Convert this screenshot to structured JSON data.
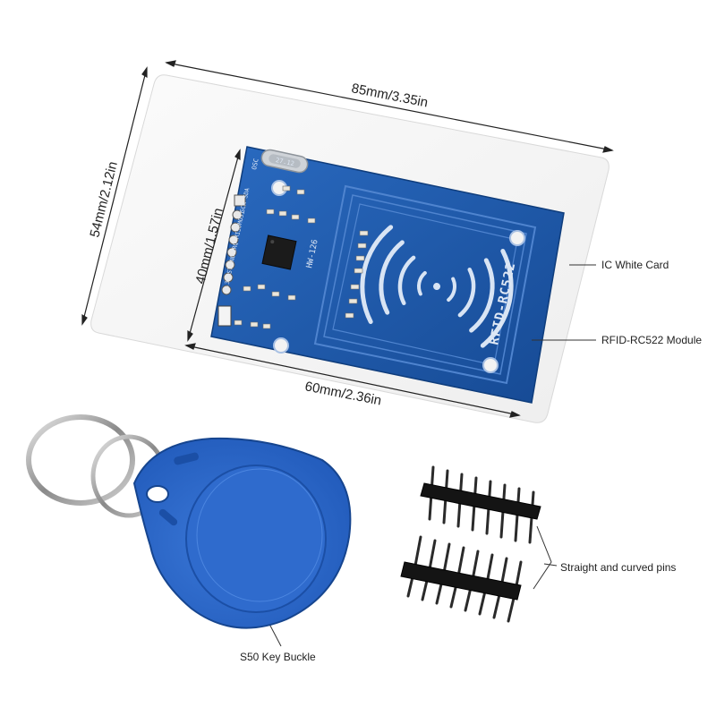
{
  "dimensions": {
    "card_width": "85mm/3.35in",
    "card_height": "54mm/2.12in",
    "module_height": "40mm/1.57in",
    "module_width": "60mm/2.36in"
  },
  "callouts": {
    "ic_card": "IC White Card",
    "module": "RFID-RC522 Module",
    "pins": "Straight and curved pins",
    "key_buckle": "S50 Key Buckle"
  },
  "pcb": {
    "model_print": "RFID-RC522",
    "board_code": "HW-126",
    "pin_labels": [
      "3.3V",
      "RST",
      "GND",
      "IRQ",
      "MISO",
      "MOSI",
      "SCK",
      "SDA"
    ],
    "osc_label": "OSC",
    "crystal_text": "27.12"
  },
  "colors": {
    "pcb_blue": "#1d57a6",
    "tag_blue": "#2b66c8",
    "card_white": "#ffffff"
  }
}
